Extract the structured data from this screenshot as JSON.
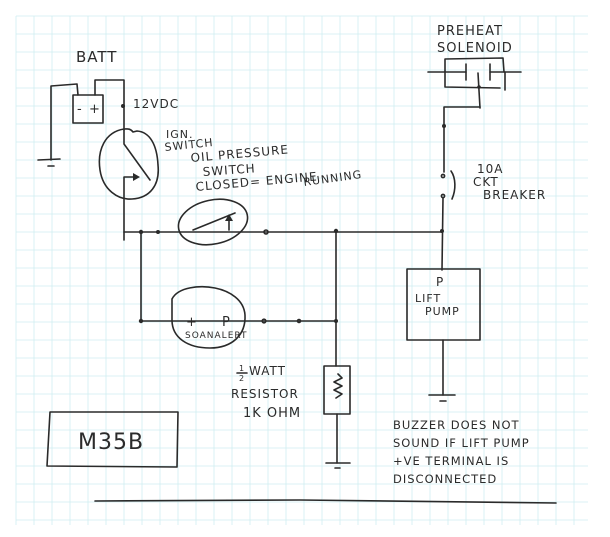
{
  "title": "M35B",
  "components": {
    "battery": {
      "label": "BATT",
      "polarity_neg": "-",
      "polarity_pos": "+"
    },
    "voltage": {
      "label": "12VDC"
    },
    "ign_switch": {
      "line1": "IGN.",
      "line2": "SWITCH"
    },
    "oil_switch": {
      "line1": "OIL PRESSURE",
      "line2": "SWITCH",
      "line3": "CLOSED= ENGINE",
      "line4": "RUNNING"
    },
    "sonalert": {
      "label": "SOANALERT",
      "plus": "+",
      "p": "P"
    },
    "resistor": {
      "line1": "WATT",
      "fraction_num": "1",
      "fraction_den": "2",
      "line2": "RESISTOR",
      "line3": "1K OHM"
    },
    "preheat": {
      "line1": "PREHEAT",
      "line2": "SOLENOID"
    },
    "breaker": {
      "line1": "10A",
      "line2": "CKT",
      "line3": "BREAKER"
    },
    "lift_pump": {
      "terminal": "P",
      "line1": "LIFT",
      "line2": "PUMP"
    }
  },
  "note": {
    "lines": [
      "BUZZER DOES NOT",
      "SOUND IF  LIFT PUMP",
      "+VE TERMINAL IS",
      "DISCONNECTED"
    ]
  },
  "colors": {
    "ink": "#2a2a2a",
    "grid": "#cfeef2",
    "paper": "#ffffff"
  }
}
